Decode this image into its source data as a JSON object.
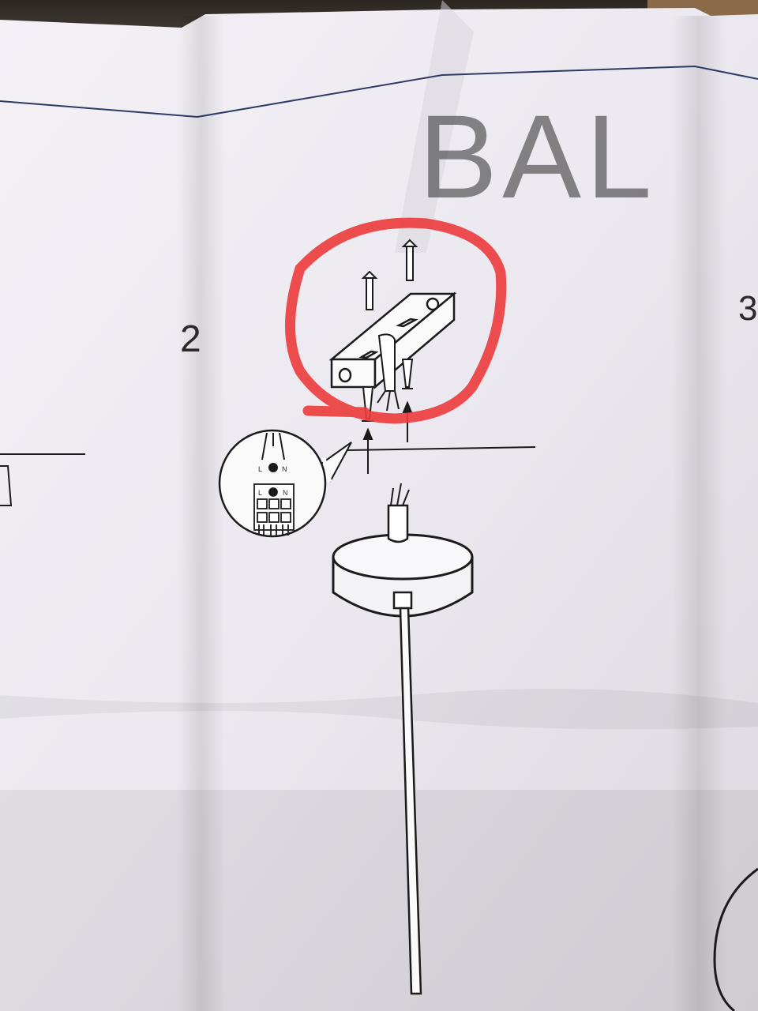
{
  "step_number": "2",
  "next_step_fragment": "3",
  "watermark": "BAL",
  "wiring_labels": {
    "left": "L",
    "right": "N",
    "block_left": "L",
    "block_right": "N"
  },
  "colors": {
    "paper": "#f1eff4",
    "ink": "#1b1b1b",
    "guide_line": "#2b3a66",
    "highlight_marker": "#ec3b3b"
  },
  "icons": [
    "ceiling-bracket-icon",
    "wall-plug-icon",
    "screw-icon",
    "terminal-block-icon",
    "ceiling-canopy-icon"
  ]
}
